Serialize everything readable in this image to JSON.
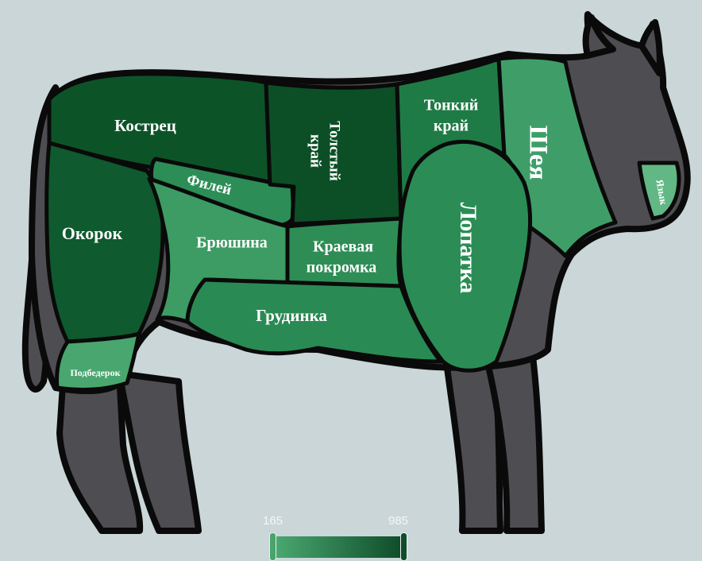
{
  "legend": {
    "min_label": "165",
    "max_label": "985",
    "color_low": "#4caa72",
    "color_high": "#0d4a28"
  },
  "colors": {
    "background": "#cad6d8",
    "outline": "#0a0a0a",
    "body": "#4e4e52"
  },
  "cuts": [
    {
      "key": "kostrets",
      "label": "Кострец",
      "color": "#0c5428"
    },
    {
      "key": "file",
      "label": "Филей",
      "color": "#2c8d57"
    },
    {
      "key": "tolstyi_krai",
      "label": "Толстый край",
      "color": "#0c4f26"
    },
    {
      "key": "tonkii_krai",
      "label": "Тонкий край",
      "color": "#1f7b45"
    },
    {
      "key": "sheya",
      "label": "Шея",
      "color": "#3f9e68"
    },
    {
      "key": "yazyk",
      "label": "Язык",
      "color": "#62b885"
    },
    {
      "key": "okorok",
      "label": "Окорок",
      "color": "#0f5a2e"
    },
    {
      "key": "bryushina",
      "label": "Брюшина",
      "color": "#3c9c63"
    },
    {
      "key": "kraevaya_pokromka",
      "label": "Краевая покромка",
      "color": "#2e8d55"
    },
    {
      "key": "grudinka",
      "label": "Грудинка",
      "color": "#2a8a54"
    },
    {
      "key": "lopatka",
      "label": "Лопатка",
      "color": "#2b8d55"
    },
    {
      "key": "podbederok",
      "label": "Подбедерок",
      "color": "#49a66f"
    }
  ]
}
